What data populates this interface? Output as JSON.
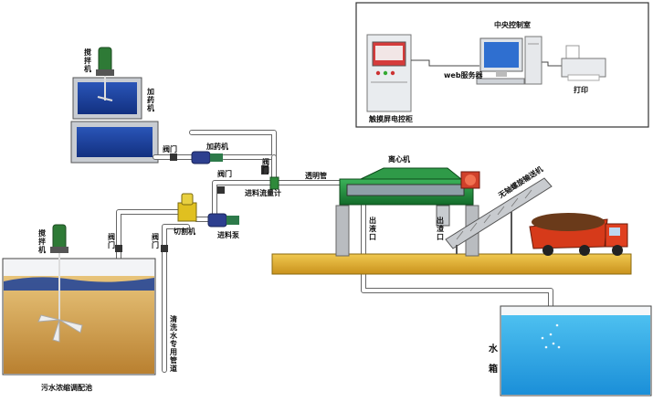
{
  "control_room": {
    "title": "中央控制室",
    "cabinet": "触摸屏电控柜",
    "server": "web服务器",
    "printer": "打印"
  },
  "dosing": {
    "mixer": "搅拌机",
    "tank": "加药机",
    "pump": "加药机",
    "valve": "阀门"
  },
  "feed": {
    "valve_top": "阀门",
    "valve_pump": "阀门",
    "flowmeter": "进料流量计",
    "pump": "进料泵",
    "clear_pipe": "透明管",
    "cutter": "切割机"
  },
  "centrifuge": {
    "name": "离心机",
    "outlet_liquid": "出液口",
    "outlet_solid": "出渣口",
    "conveyor": "无轴螺旋输送机"
  },
  "sludge_tank": {
    "mixer": "搅拌机",
    "valve1": "阀门",
    "valve2": "阀门",
    "name": "污水浓缩调配池",
    "clean_pipe": "清洗水专用管道"
  },
  "water_tank": {
    "name": "水箱"
  },
  "colors": {
    "tank_blue": "#1a3f9a",
    "pipe_border": "#555555",
    "centrifuge_green": "#1f8a3a",
    "sludge": "#d4a45a",
    "water": "#2ea8e6",
    "ground": "#e2b236"
  }
}
